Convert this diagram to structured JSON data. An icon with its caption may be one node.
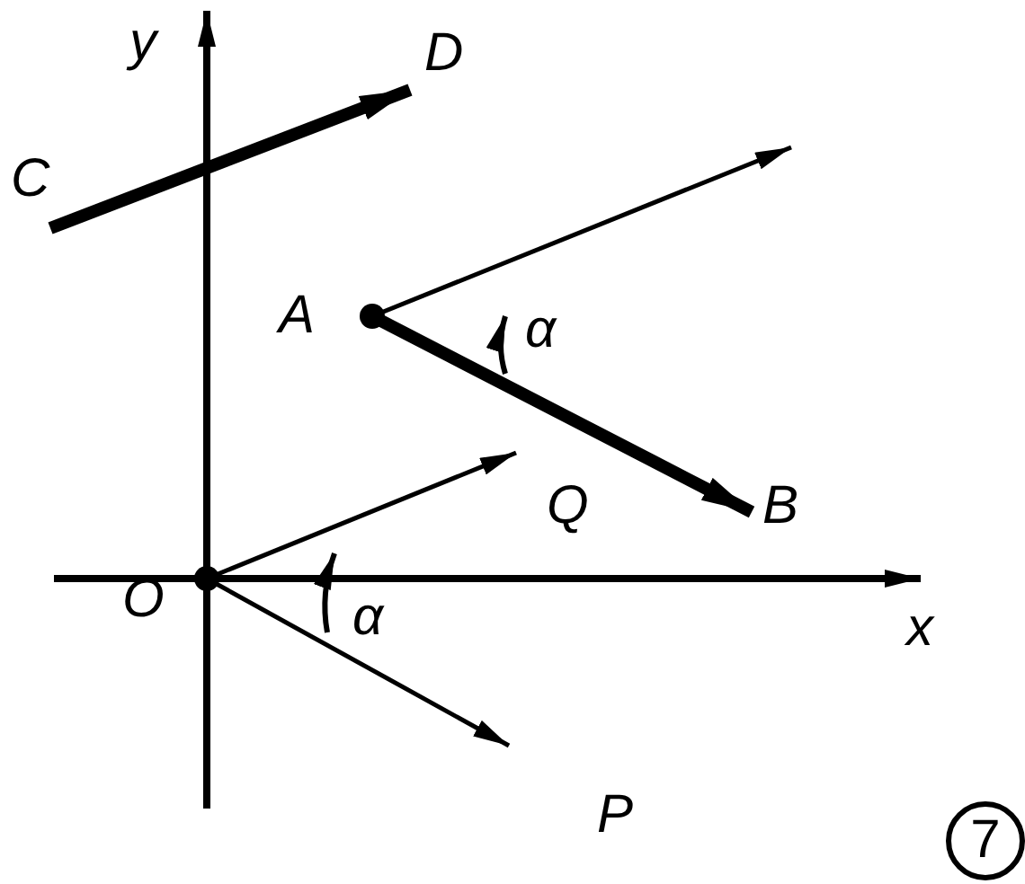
{
  "diagram": {
    "nodes": [
      {
        "text": [
          "C"
        ]
      },
      {
        "text": [
          "D"
        ]
      },
      {
        "text": [
          "A"
        ]
      },
      {
        "text": [
          "B"
        ]
      },
      {
        "text": [
          "O"
        ]
      }
    ],
    "edges": [
      {
        "from": 0,
        "to": 1,
        "arrow": "to",
        "style": "thick"
      },
      {
        "from": 2,
        "to": 3,
        "arrow": "to",
        "style": "thick"
      },
      {
        "from": 2,
        "to": null,
        "arrow": "to"
      },
      {
        "from": 4,
        "to": null,
        "arrow": "to"
      },
      {
        "from": 4,
        "to": null,
        "arrow": "to"
      }
    ],
    "labels": [
      "y",
      "α",
      "Q",
      "x",
      "α",
      "P",
      "7"
    ]
  }
}
